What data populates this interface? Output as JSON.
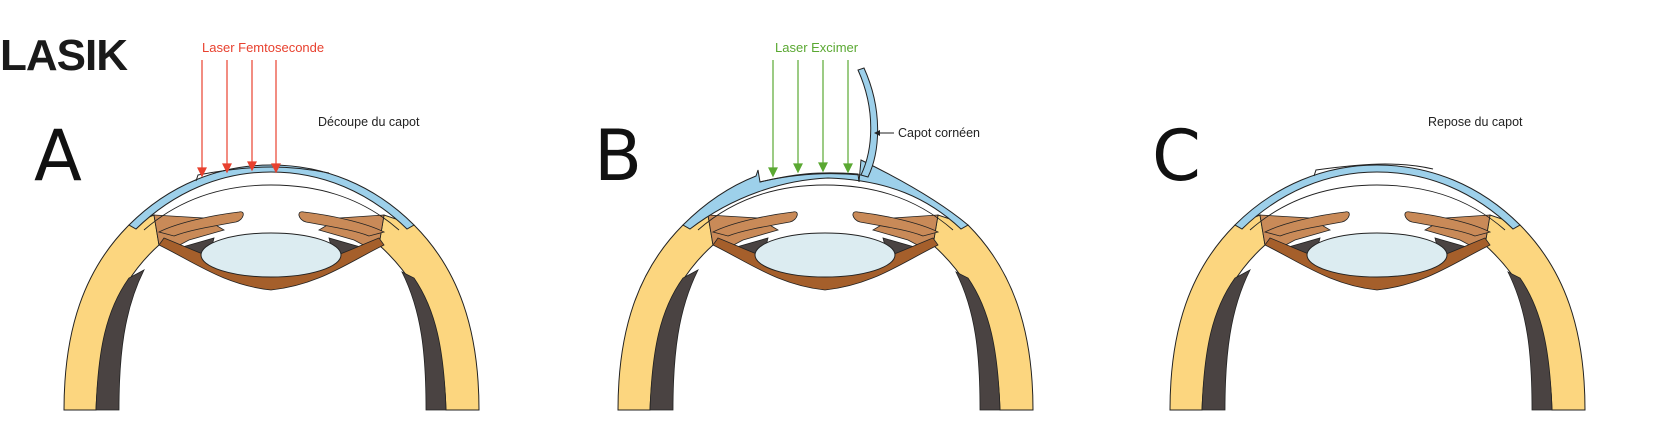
{
  "title": "LASIK",
  "colors": {
    "sclera": "#fcd67f",
    "choroid": "#4a4342",
    "iris": "#a55f2b",
    "ciliary": "#c98a58",
    "lens": "#dcecf1",
    "cornea_flap": "#9dd0ea",
    "femtosecond_laser": "#e8412f",
    "excimer_laser": "#5aa832",
    "outline": "#222222"
  },
  "panels": [
    {
      "letter": "A",
      "label": "Découpe du capot",
      "laser_label": "Laser Femtoseconde"
    },
    {
      "letter": "B",
      "label": "Capot cornéen",
      "laser_label": "Laser Excimer"
    },
    {
      "letter": "C",
      "label": "Repose du capot",
      "laser_label": ""
    }
  ]
}
